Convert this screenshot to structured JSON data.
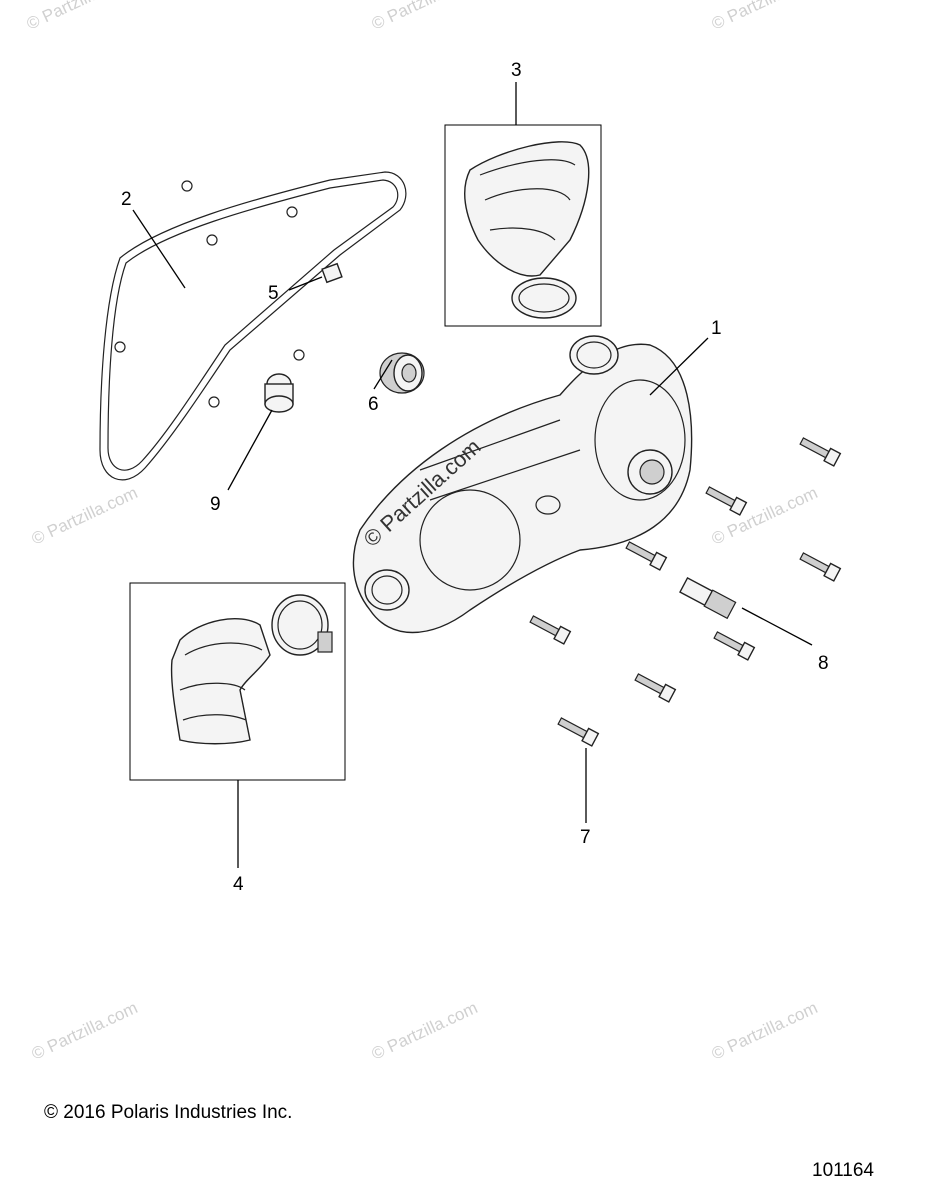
{
  "labels": {
    "p1": "1",
    "p2": "2",
    "p3": "3",
    "p4": "4",
    "p5": "5",
    "p6": "6",
    "p7": "7",
    "p8": "8",
    "p9": "9"
  },
  "watermark": "© Partzilla.com",
  "copyright": "© 2016 Polaris Industries Inc.",
  "diagram_id": "101164",
  "icons": {
    "clutch_cover": "clutch-cover-icon",
    "gasket": "gasket-icon",
    "outlet_duct": "outlet-duct-icon",
    "inlet_duct": "inlet-duct-icon",
    "dowel_pin": "dowel-pin-icon",
    "bearing": "bearing-icon",
    "bolt": "bolt-icon",
    "standoff": "standoff-icon",
    "bushing": "bushing-icon"
  }
}
